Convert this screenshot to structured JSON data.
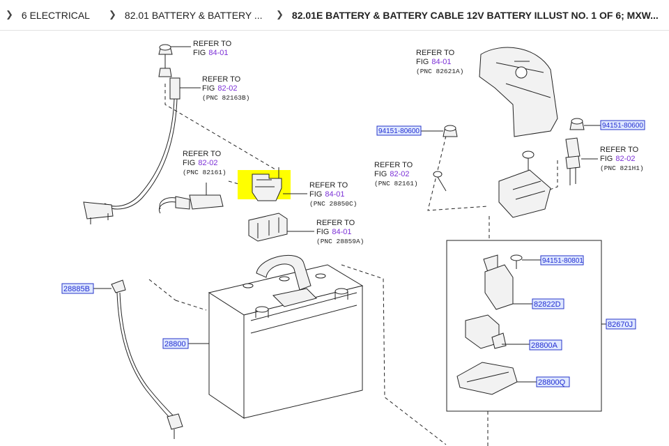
{
  "breadcrumb": {
    "items": [
      {
        "label": "6 ELECTRICAL"
      },
      {
        "label": "82.01 BATTERY & BATTERY ..."
      },
      {
        "label": "82.01E BATTERY & BATTERY CABLE 12V BATTERY ILLUST NO. 1 OF 6; MXW..."
      }
    ]
  },
  "diagram": {
    "refs": {
      "r1": {
        "l1": "REFER TO",
        "fig": "FIG",
        "num": "84-01",
        "pnc": ""
      },
      "r2": {
        "l1": "REFER TO",
        "fig": "FIG",
        "num": "82-02",
        "pnc": "(PNC 82163B)"
      },
      "r3": {
        "l1": "REFER TO",
        "fig": "FIG",
        "num": "82-02",
        "pnc": "(PNC 82161)"
      },
      "r4": {
        "l1": "REFER TO",
        "fig": "FIG",
        "num": "84-01",
        "pnc": "(PNC 28850C)"
      },
      "r5": {
        "l1": "REFER TO",
        "fig": "FIG",
        "num": "84-01",
        "pnc": "(PNC 28859A)"
      },
      "r6": {
        "l1": "REFER TO",
        "fig": "FIG",
        "num": "84-01",
        "pnc": "(PNC 82621A)"
      },
      "r7": {
        "l1": "REFER TO",
        "fig": "FIG",
        "num": "82-02",
        "pnc": "(PNC 82161)"
      },
      "r8": {
        "l1": "REFER TO",
        "fig": "FIG",
        "num": "82-02",
        "pnc": "(PNC 821H1)"
      }
    },
    "parts": {
      "p1": "94151-80600",
      "p2": "94151-80600",
      "p3": "94151-80801",
      "p4": "28885B",
      "p5": "28800",
      "p6": "82822D",
      "p7": "28800A",
      "p8": "82670J",
      "p9": "28800Q"
    },
    "colors": {
      "highlight": "#ffff00",
      "part_link": "#1f2bd1",
      "fig_ref": "#7b2fd6"
    }
  }
}
